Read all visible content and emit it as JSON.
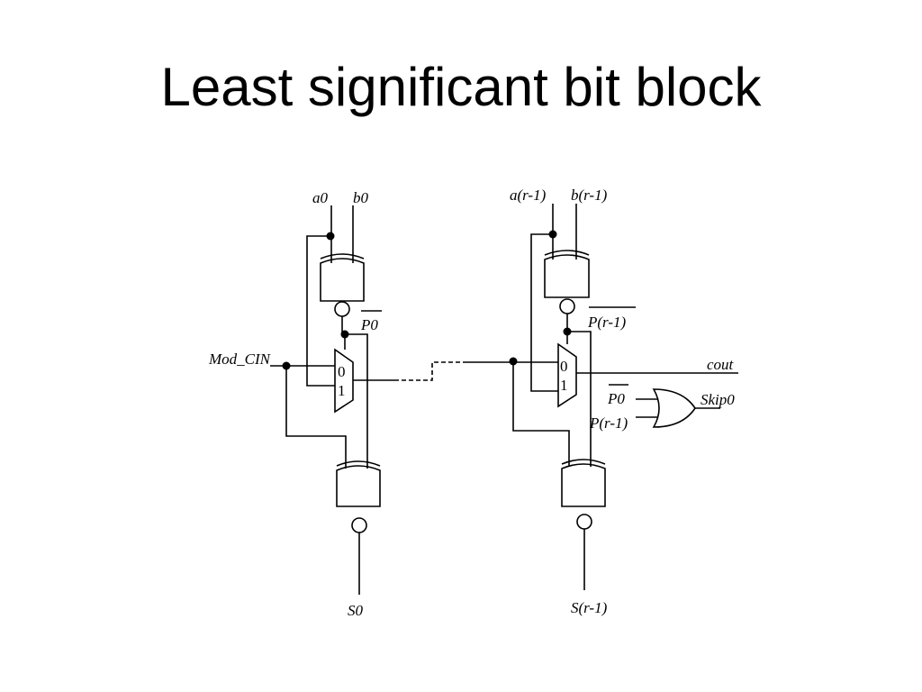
{
  "title": "Least significant bit block",
  "labels": {
    "a0": "a0",
    "b0": "b0",
    "p0": "P0",
    "mod_cin": "Mod_CIN",
    "mux_in0": "0",
    "mux_in1": "1",
    "s0": "S0",
    "a_r1": "a(r-1)",
    "b_r1": "b(r-1)",
    "p_r1": "P(r-1)",
    "cout": "cout",
    "mux2_in0": "0",
    "mux2_in1": "1",
    "or_in_p0": "P0",
    "or_in_p_r1": "P(r-1)",
    "skip0": "Skip0",
    "s_r1": "S(r-1)"
  }
}
